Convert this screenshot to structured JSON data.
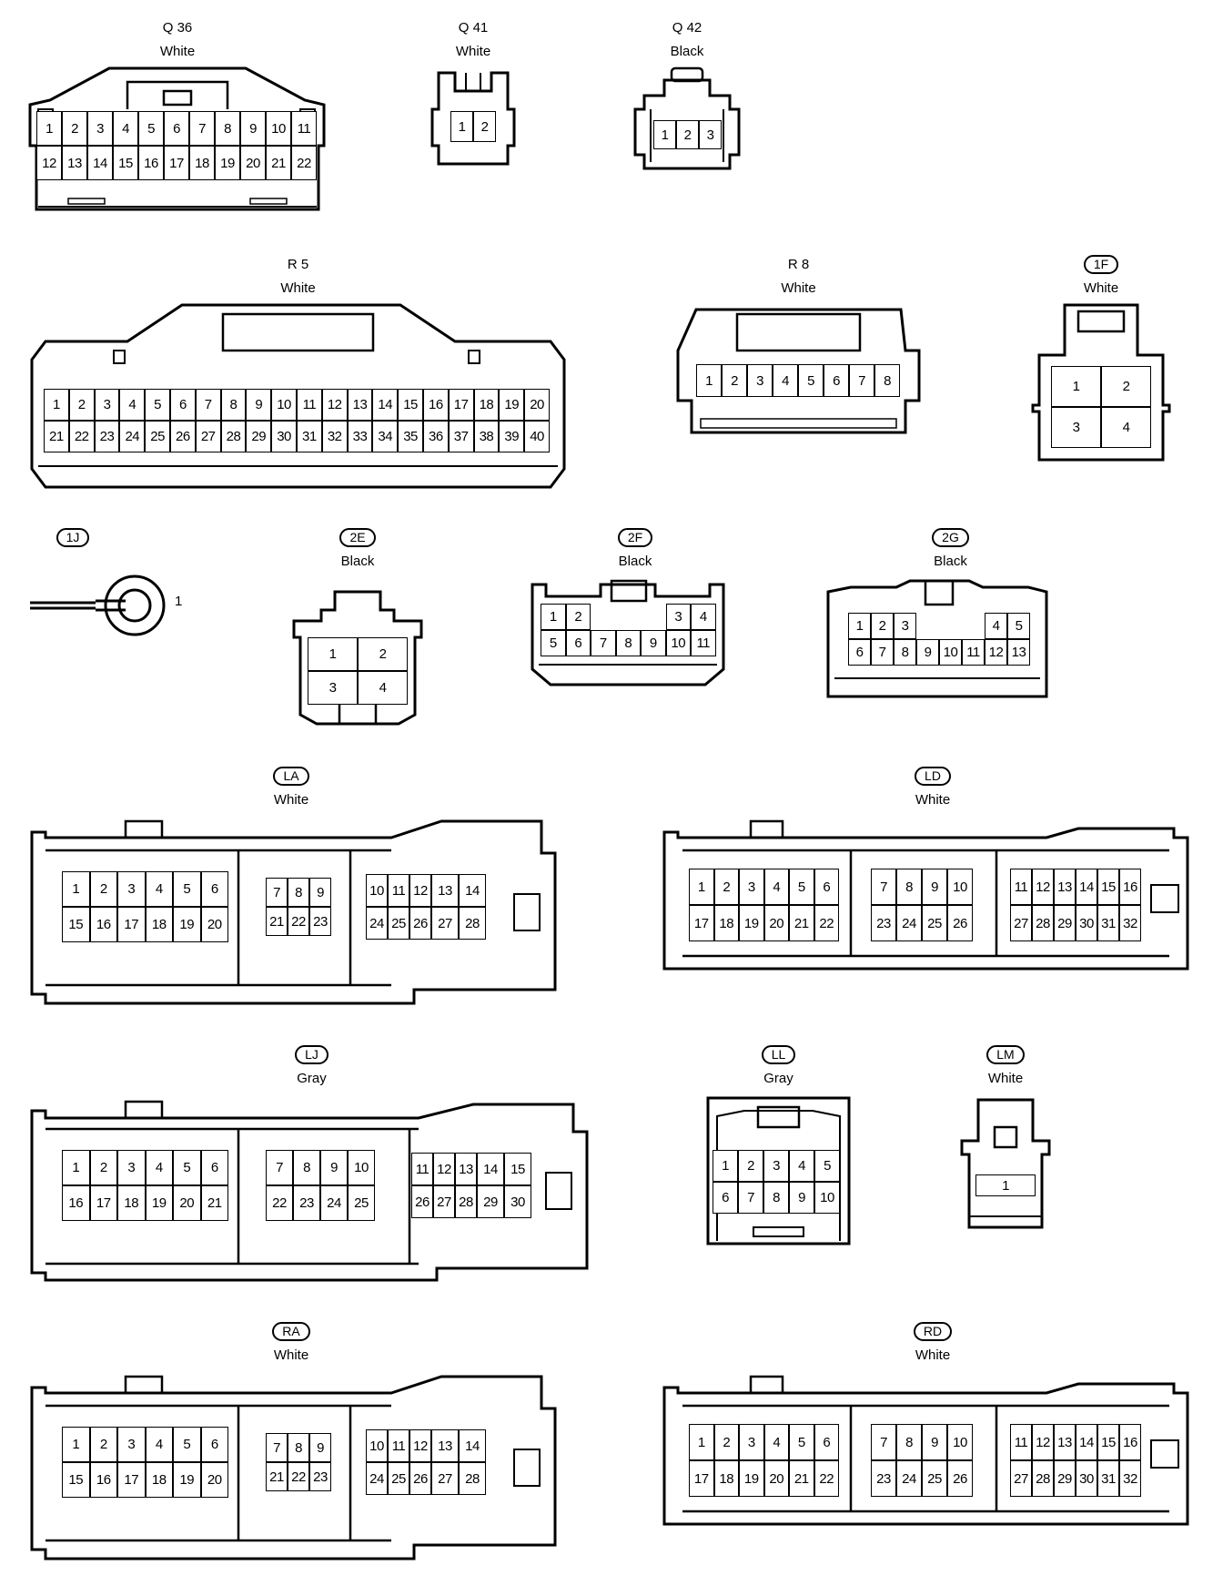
{
  "connectors": [
    {
      "id": "Q 36",
      "circled": false,
      "color": "White",
      "rows": [
        [
          "1",
          "2",
          "3",
          "4",
          "5",
          "6",
          "7",
          "8",
          "9",
          "10",
          "11"
        ],
        [
          "12",
          "13",
          "14",
          "15",
          "16",
          "17",
          "18",
          "19",
          "20",
          "21",
          "22"
        ]
      ]
    },
    {
      "id": "Q 41",
      "circled": false,
      "color": "White",
      "rows": [
        [
          "1",
          "2"
        ]
      ]
    },
    {
      "id": "Q 42",
      "circled": false,
      "color": "Black",
      "rows": [
        [
          "1",
          "2",
          "3"
        ]
      ]
    },
    {
      "id": "R 5",
      "circled": false,
      "color": "White",
      "rows": [
        [
          "1",
          "2",
          "3",
          "4",
          "5",
          "6",
          "7",
          "8",
          "9",
          "10",
          "11",
          "12",
          "13",
          "14",
          "15",
          "16",
          "17",
          "18",
          "19",
          "20"
        ],
        [
          "21",
          "22",
          "23",
          "24",
          "25",
          "26",
          "27",
          "28",
          "29",
          "30",
          "31",
          "32",
          "33",
          "34",
          "35",
          "36",
          "37",
          "38",
          "39",
          "40"
        ]
      ]
    },
    {
      "id": "R 8",
      "circled": false,
      "color": "White",
      "rows": [
        [
          "1",
          "2",
          "3",
          "4",
          "5",
          "6",
          "7",
          "8"
        ]
      ]
    },
    {
      "id": "1F",
      "circled": true,
      "color": "White",
      "rows": [
        [
          "1",
          "2"
        ],
        [
          "3",
          "4"
        ]
      ]
    },
    {
      "id": "1J",
      "circled": true,
      "color": "",
      "terminal": "1"
    },
    {
      "id": "2E",
      "circled": true,
      "color": "Black",
      "rows": [
        [
          "1",
          "2"
        ],
        [
          "3",
          "4"
        ]
      ]
    },
    {
      "id": "2F",
      "circled": true,
      "color": "Black",
      "rows": [
        [
          "1",
          "2",
          "",
          "",
          "",
          "3",
          "4"
        ],
        [
          "5",
          "6",
          "7",
          "8",
          "9",
          "10",
          "11"
        ]
      ]
    },
    {
      "id": "2G",
      "circled": true,
      "color": "Black",
      "rows": [
        [
          "1",
          "2",
          "3",
          "",
          "",
          "",
          "4",
          "5"
        ],
        [
          "6",
          "7",
          "8",
          "9",
          "10",
          "11",
          "12",
          "13"
        ]
      ]
    },
    {
      "id": "LA",
      "circled": true,
      "color": "White",
      "blocks": [
        [
          [
            "1",
            "2",
            "3",
            "4",
            "5",
            "6"
          ],
          [
            "15",
            "16",
            "17",
            "18",
            "19",
            "20"
          ]
        ],
        [
          [
            "7",
            "8",
            "9"
          ],
          [
            "21",
            "22",
            "23"
          ]
        ],
        [
          [
            "10",
            "11",
            "12",
            "13",
            "14"
          ],
          [
            "24",
            "25",
            "26",
            "27",
            "28"
          ]
        ]
      ]
    },
    {
      "id": "LD",
      "circled": true,
      "color": "White",
      "blocks": [
        [
          [
            "1",
            "2",
            "3",
            "4",
            "5",
            "6"
          ],
          [
            "17",
            "18",
            "19",
            "20",
            "21",
            "22"
          ]
        ],
        [
          [
            "7",
            "8",
            "9",
            "10"
          ],
          [
            "23",
            "24",
            "25",
            "26"
          ]
        ],
        [
          [
            "11",
            "12",
            "13",
            "14",
            "15",
            "16"
          ],
          [
            "27",
            "28",
            "29",
            "30",
            "31",
            "32"
          ]
        ]
      ]
    },
    {
      "id": "LJ",
      "circled": true,
      "color": "Gray",
      "blocks": [
        [
          [
            "1",
            "2",
            "3",
            "4",
            "5",
            "6"
          ],
          [
            "16",
            "17",
            "18",
            "19",
            "20",
            "21"
          ]
        ],
        [
          [
            "7",
            "8",
            "9",
            "10"
          ],
          [
            "22",
            "23",
            "24",
            "25"
          ]
        ],
        [
          [
            "11",
            "12",
            "13",
            "14",
            "15"
          ],
          [
            "26",
            "27",
            "28",
            "29",
            "30"
          ]
        ]
      ]
    },
    {
      "id": "LL",
      "circled": true,
      "color": "Gray",
      "rows": [
        [
          "1",
          "2",
          "3",
          "4",
          "5"
        ],
        [
          "6",
          "7",
          "8",
          "9",
          "10"
        ]
      ]
    },
    {
      "id": "LM",
      "circled": true,
      "color": "White",
      "rows": [
        [
          "1"
        ]
      ]
    },
    {
      "id": "RA",
      "circled": true,
      "color": "White",
      "blocks": [
        [
          [
            "1",
            "2",
            "3",
            "4",
            "5",
            "6"
          ],
          [
            "15",
            "16",
            "17",
            "18",
            "19",
            "20"
          ]
        ],
        [
          [
            "7",
            "8",
            "9"
          ],
          [
            "21",
            "22",
            "23"
          ]
        ],
        [
          [
            "10",
            "11",
            "12",
            "13",
            "14"
          ],
          [
            "24",
            "25",
            "26",
            "27",
            "28"
          ]
        ]
      ]
    },
    {
      "id": "RD",
      "circled": true,
      "color": "White",
      "blocks": [
        [
          [
            "1",
            "2",
            "3",
            "4",
            "5",
            "6"
          ],
          [
            "17",
            "18",
            "19",
            "20",
            "21",
            "22"
          ]
        ],
        [
          [
            "7",
            "8",
            "9",
            "10"
          ],
          [
            "23",
            "24",
            "25",
            "26"
          ]
        ],
        [
          [
            "11",
            "12",
            "13",
            "14",
            "15",
            "16"
          ],
          [
            "27",
            "28",
            "29",
            "30",
            "31",
            "32"
          ]
        ]
      ]
    }
  ]
}
